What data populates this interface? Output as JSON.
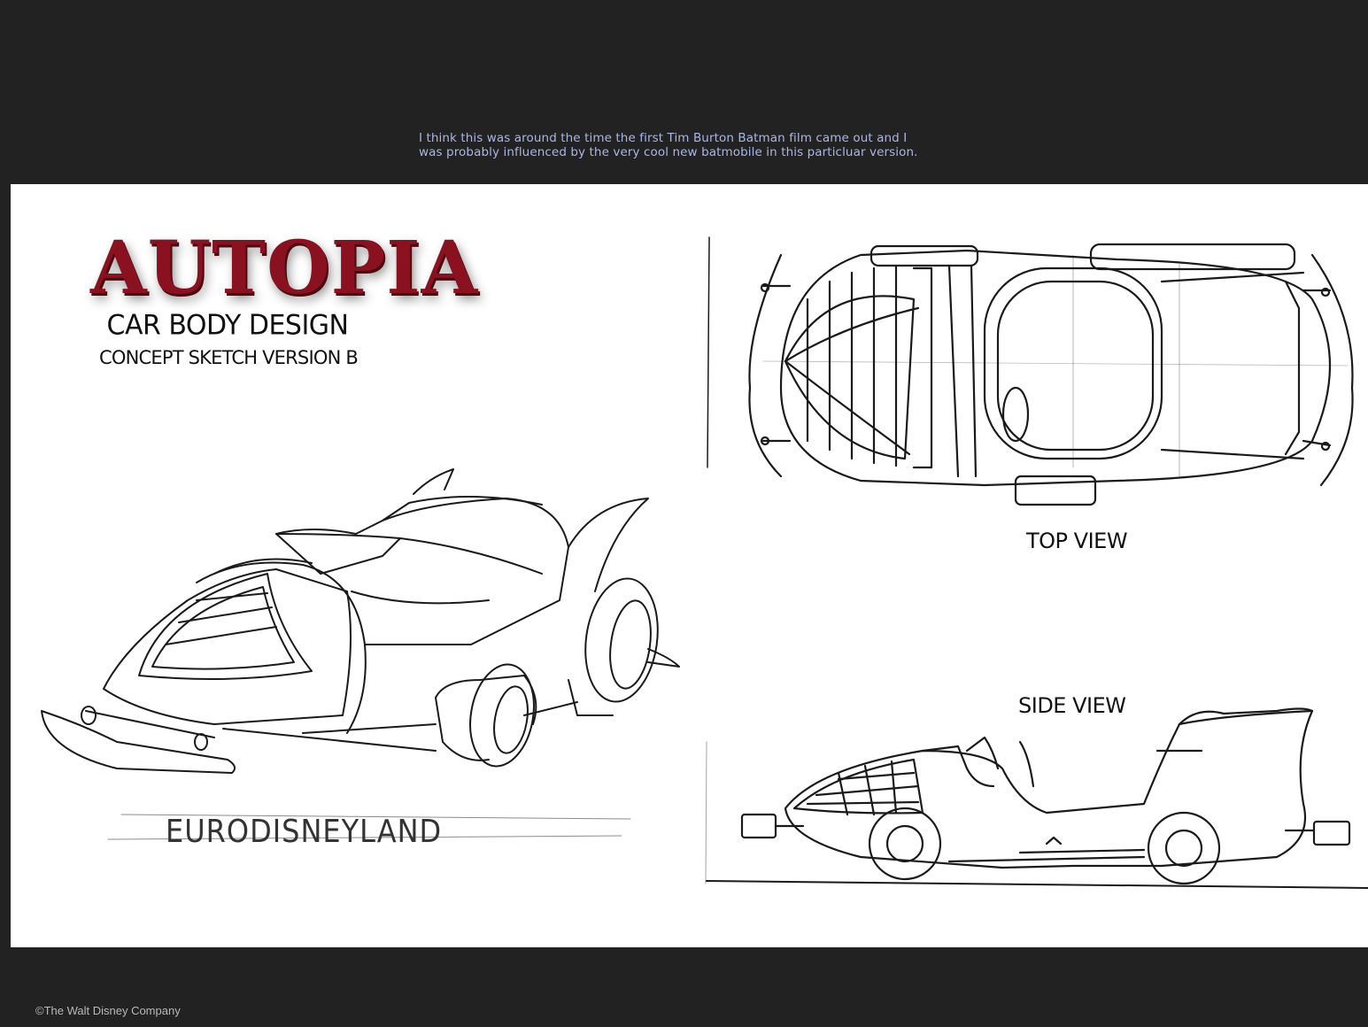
{
  "caption": {
    "line1": "I think this was around the time the first Tim Burton Batman film came out and I",
    "line2": "was probably influenced by the very cool new batmobile in this particluar version."
  },
  "sheet": {
    "title": "AUTOPIA",
    "subtitle": "CAR BODY DESIGN",
    "subtitle2": "CONCEPT SKETCH VERSION B",
    "top_view_label": "TOP VIEW",
    "side_view_label": "SIDE VIEW",
    "euro_label": "EURODISNEYLAND"
  },
  "footer": {
    "copyright": "©The Walt Disney Company"
  },
  "colors": {
    "background": "#222222",
    "caption": "#a9b6e8",
    "title_red": "#8a1220"
  }
}
